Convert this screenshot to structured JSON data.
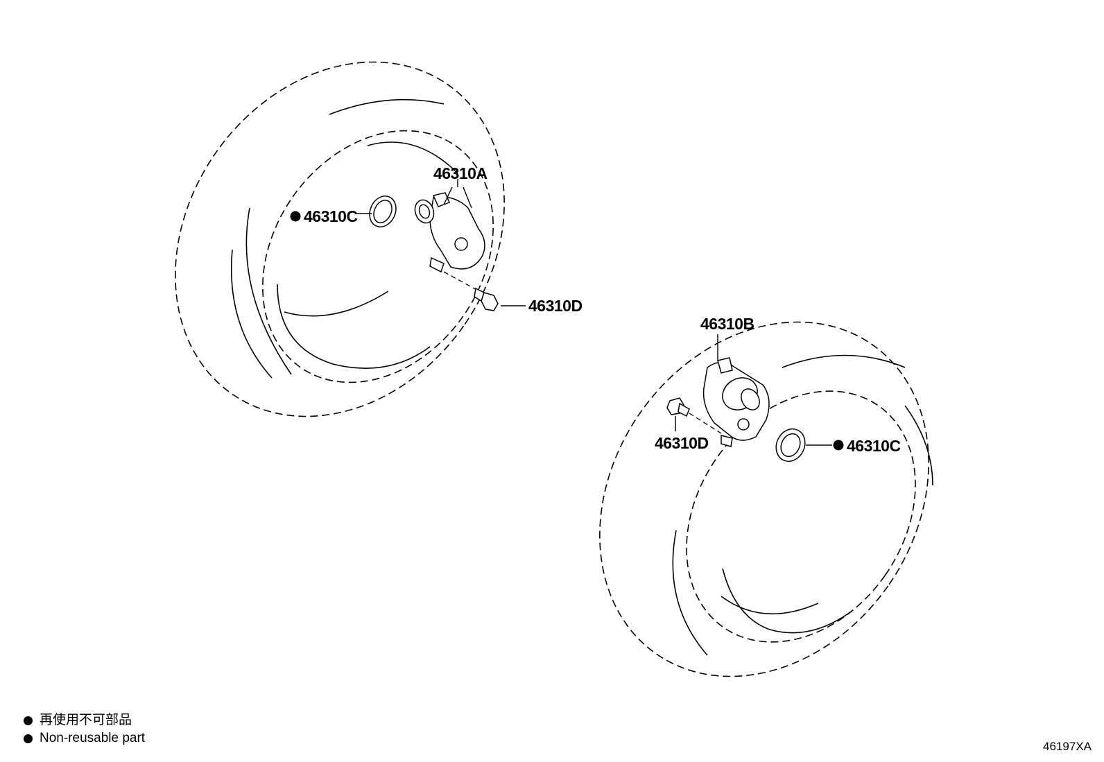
{
  "callouts": {
    "sensor_a": "46310A",
    "sensor_b": "46310B",
    "grommet_upper": "46310C",
    "grommet_lower": "46310C",
    "bolt_upper": "46310D",
    "bolt_lower": "46310D"
  },
  "legend": {
    "line_jp": "再使用不可部品",
    "line_en": "Non-reusable part"
  },
  "figure_code": "46197XA",
  "colors": {
    "ink": "#000000",
    "paper": "#ffffff"
  }
}
